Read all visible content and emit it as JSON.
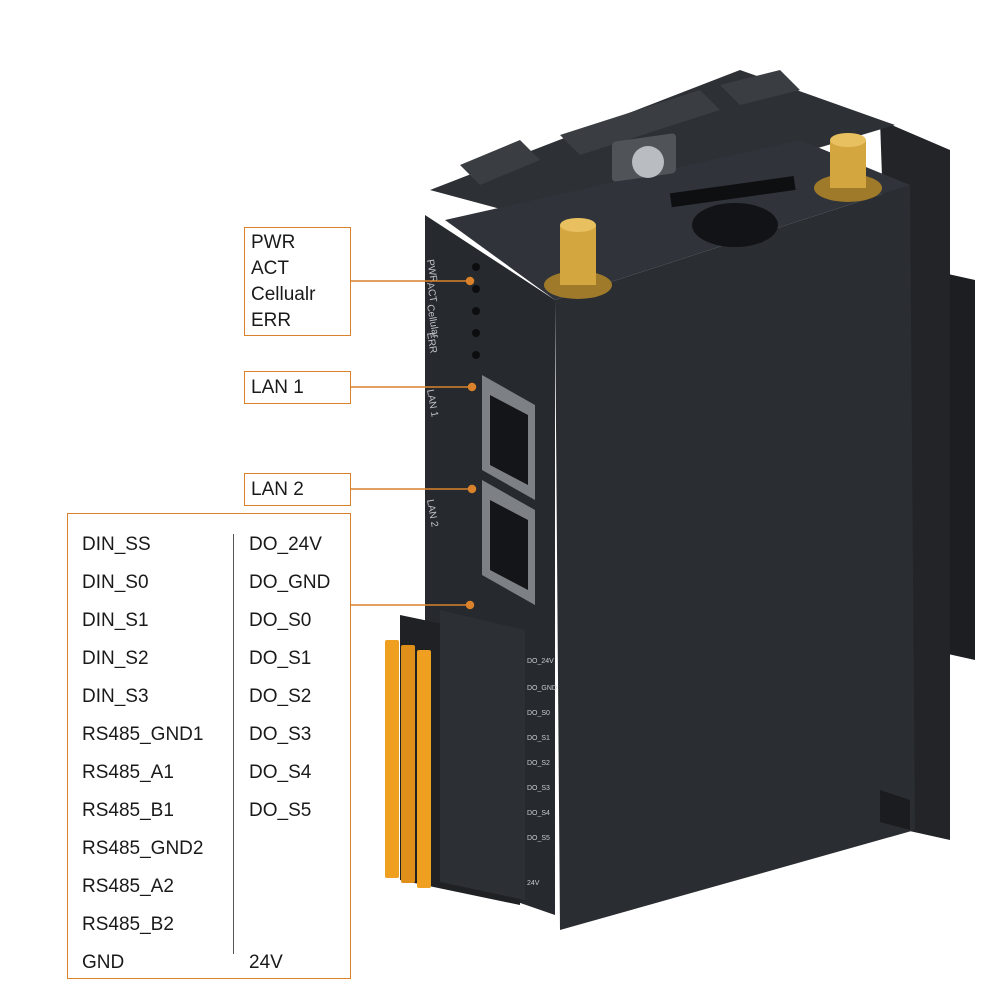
{
  "callouts": {
    "leds": [
      "PWR",
      "ACT",
      "Cellualr",
      "ERR"
    ],
    "lan1": "LAN 1",
    "lan2": "LAN 2"
  },
  "device_print": {
    "leds": [
      "PWR",
      "ACT",
      "Cellular",
      "ERR"
    ],
    "lan1": "LAN 1",
    "lan2": "LAN 2",
    "terminals": [
      "DO_24V",
      "DO_GND",
      "DO_S0",
      "DO_S1",
      "DO_S2",
      "DO_S3",
      "DO_S4",
      "DO_S5"
    ],
    "bottom_terminal": "24V"
  },
  "io_pins": {
    "left": [
      "DIN_SS",
      "DIN_S0",
      "DIN_S1",
      "DIN_S2",
      "DIN_S3",
      "RS485_GND1",
      "RS485_A1",
      "RS485_B1",
      "RS485_GND2",
      "RS485_A2",
      "RS485_B2"
    ],
    "left_last": "GND",
    "right": [
      "DO_24V",
      "DO_GND",
      "DO_S0",
      "DO_S1",
      "DO_S2",
      "DO_S3",
      "DO_S4",
      "DO_S5"
    ],
    "right_last": "24V"
  },
  "colors": {
    "accent": "#d9822b",
    "body": "#2a2d31",
    "terminal": "#f0a020"
  }
}
